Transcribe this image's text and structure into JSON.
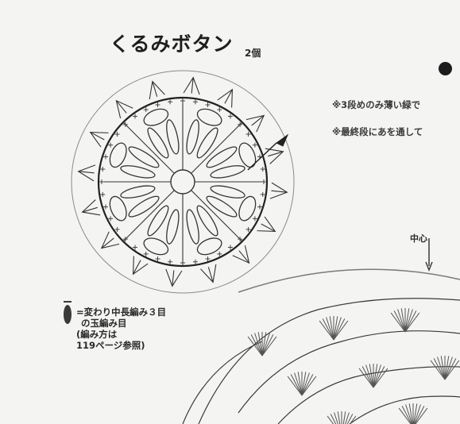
{
  "title": "くるみボタン",
  "title_count": "2個",
  "notes": [
    "※3段めのみ薄い緑で",
    "※最終段にあを通して"
  ],
  "center_label": "中心",
  "legend": {
    "line1": "=変わり中長編み３目",
    "line2": "の玉編み目",
    "line3": "(編み方は",
    "line4": "119ページ参照)"
  },
  "colors": {
    "paper": "#f4f4f2",
    "ink": "#2a2a2a",
    "guide_line": "#9a9a9a"
  }
}
